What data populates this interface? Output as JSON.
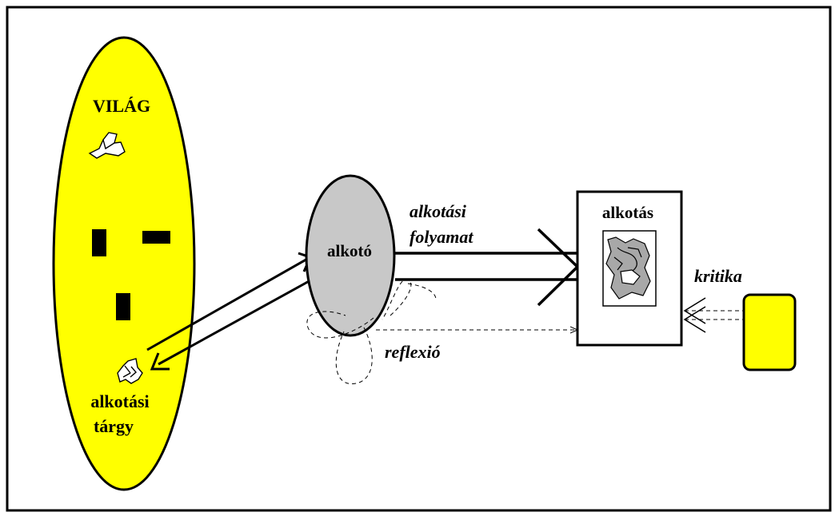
{
  "diagram": {
    "world_label": "VILÁG",
    "object_label_line1": "alkotási",
    "object_label_line2": "tárgy",
    "creator_label": "alkotó",
    "process_label_line1": "alkotási",
    "process_label_line2": "folyamat",
    "work_label": "alkotás",
    "critique_label": "kritika",
    "reflection_label": "reflexió"
  },
  "colors": {
    "world_fill": "#ffff00",
    "creator_fill": "#c8c8c8",
    "critic_fill": "#ffff00",
    "artwork_fill": "#a8a8a8",
    "stroke": "#000000",
    "background": "#ffffff"
  }
}
